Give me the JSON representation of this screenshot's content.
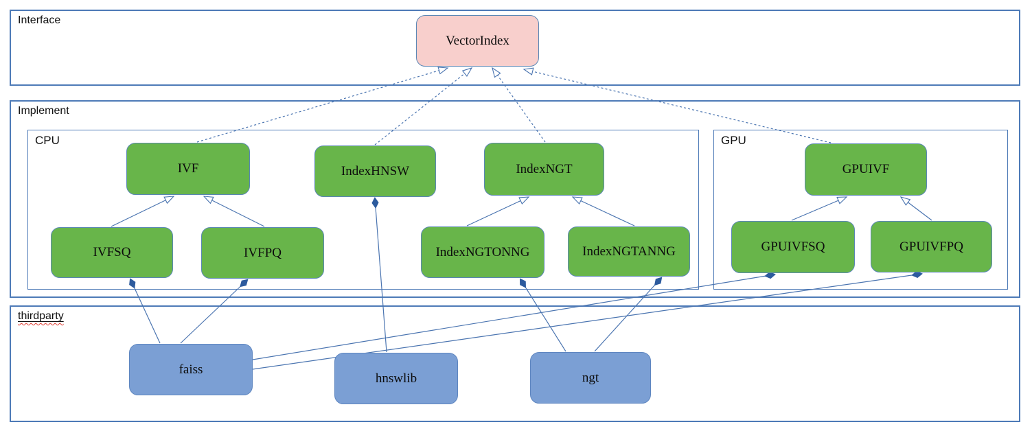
{
  "diagram": {
    "sections": {
      "interface": {
        "label": "Interface"
      },
      "implement": {
        "label": "Implement"
      },
      "cpu": {
        "label": "CPU"
      },
      "gpu": {
        "label": "GPU"
      },
      "thirdparty": {
        "label": "thirdparty"
      }
    },
    "nodes": {
      "vector_index": {
        "label": "VectorIndex",
        "layer": "interface"
      },
      "ivf": {
        "label": "IVF",
        "layer": "implement-cpu"
      },
      "indexhnsw": {
        "label": "IndexHNSW",
        "layer": "implement-cpu"
      },
      "indexngt": {
        "label": "IndexNGT",
        "layer": "implement-cpu"
      },
      "ivfsq": {
        "label": "IVFSQ",
        "layer": "implement-cpu"
      },
      "ivfpq": {
        "label": "IVFPQ",
        "layer": "implement-cpu"
      },
      "indexngtonng": {
        "label": "IndexNGTONNG",
        "layer": "implement-cpu"
      },
      "indexngtanng": {
        "label": "IndexNGTANNG",
        "layer": "implement-cpu"
      },
      "gpuivf": {
        "label": "GPUIVF",
        "layer": "implement-gpu"
      },
      "gpuivfsq": {
        "label": "GPUIVFSQ",
        "layer": "implement-gpu"
      },
      "gpuivfpq": {
        "label": "GPUIVFPQ",
        "layer": "implement-gpu"
      },
      "faiss": {
        "label": "faiss",
        "layer": "thirdparty"
      },
      "hnswlib": {
        "label": "hnswlib",
        "layer": "thirdparty"
      },
      "ngt": {
        "label": "ngt",
        "layer": "thirdparty"
      }
    },
    "edges": [
      {
        "from": "IVF",
        "to": "VectorIndex",
        "type": "realization"
      },
      {
        "from": "IndexHNSW",
        "to": "VectorIndex",
        "type": "realization"
      },
      {
        "from": "IndexNGT",
        "to": "VectorIndex",
        "type": "realization"
      },
      {
        "from": "GPUIVF",
        "to": "VectorIndex",
        "type": "realization"
      },
      {
        "from": "IVFSQ",
        "to": "IVF",
        "type": "inheritance"
      },
      {
        "from": "IVFPQ",
        "to": "IVF",
        "type": "inheritance"
      },
      {
        "from": "IndexNGTONNG",
        "to": "IndexNGT",
        "type": "inheritance"
      },
      {
        "from": "IndexNGTANNG",
        "to": "IndexNGT",
        "type": "inheritance"
      },
      {
        "from": "GPUIVFSQ",
        "to": "GPUIVF",
        "type": "inheritance"
      },
      {
        "from": "GPUIVFPQ",
        "to": "GPUIVF",
        "type": "inheritance"
      },
      {
        "from": "faiss",
        "to": "IVFSQ",
        "type": "composition"
      },
      {
        "from": "faiss",
        "to": "IVFPQ",
        "type": "composition"
      },
      {
        "from": "faiss",
        "to": "GPUIVFSQ",
        "type": "composition"
      },
      {
        "from": "faiss",
        "to": "GPUIVFPQ",
        "type": "composition"
      },
      {
        "from": "hnswlib",
        "to": "IndexHNSW",
        "type": "composition"
      },
      {
        "from": "ngt",
        "to": "IndexNGTONNG",
        "type": "composition"
      },
      {
        "from": "ngt",
        "to": "IndexNGTANNG",
        "type": "composition"
      }
    ],
    "colors": {
      "interface_node": "#f8cfcc",
      "implement_node": "#68b54a",
      "thirdparty_node": "#7b9fd4",
      "border": "#4d7ab7",
      "edge": "#4a74b0",
      "diamond": "#2d5b9e",
      "spellcheck": "#e03c31"
    }
  }
}
